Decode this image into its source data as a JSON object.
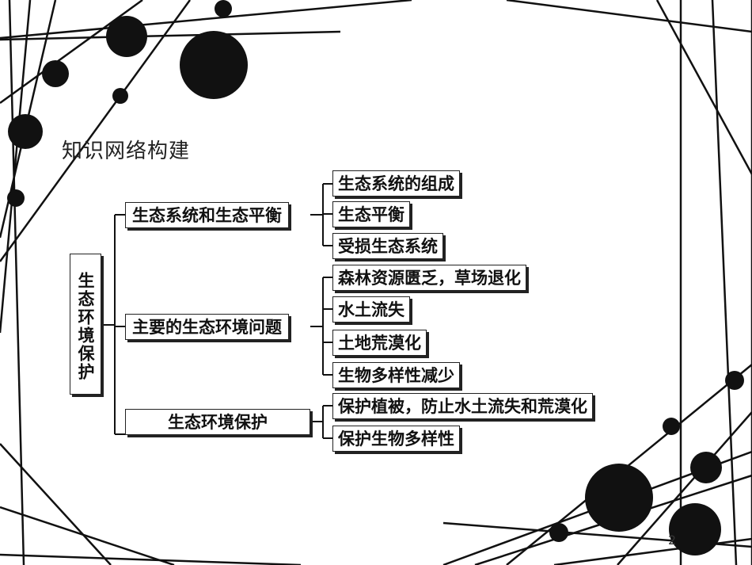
{
  "slide": {
    "heading": "知识网络构建",
    "page_number": "2"
  },
  "tree": {
    "root": "生态环境保护",
    "branches": [
      {
        "label": "生态系统和生态平衡",
        "children": [
          "生态系统的组成",
          "生态平衡",
          "受损生态系统"
        ]
      },
      {
        "label": "主要的生态环境问题",
        "children": [
          "森林资源匮乏，草场退化",
          "水土流失",
          "土地荒漠化",
          "生物多样性减少"
        ]
      },
      {
        "label": "生态环境保护",
        "children": [
          "保护植被，防止水土流失和荒漠化",
          "保护生物多样性"
        ]
      }
    ]
  },
  "colors": {
    "ink": "#111111",
    "background": "#ffffff"
  }
}
